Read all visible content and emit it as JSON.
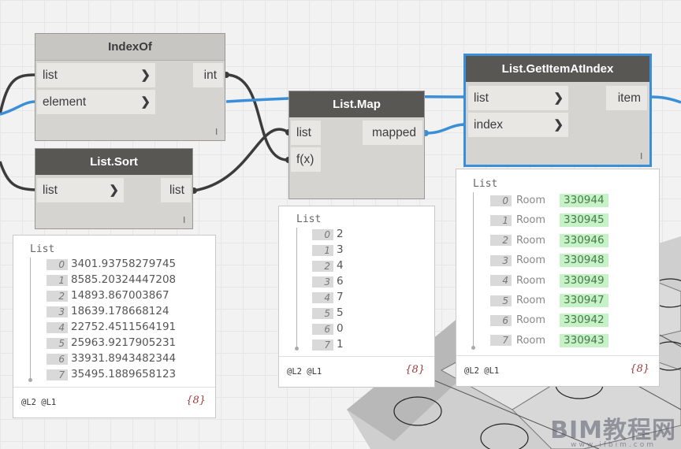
{
  "nodes": {
    "indexof": {
      "title": "IndexOf",
      "in_list": "list",
      "in_element": "element",
      "out": "int",
      "lacing": "l"
    },
    "sort": {
      "title": "List.Sort",
      "in_list": "list",
      "out": "list",
      "lacing": "l"
    },
    "map": {
      "title": "List.Map",
      "in_list": "list",
      "in_f": "f(x)",
      "out": "mapped"
    },
    "getitem": {
      "title": "List.GetItemAtIndex",
      "in_list": "list",
      "in_index": "index",
      "out": "item",
      "lacing": "l"
    }
  },
  "previews": {
    "sort": {
      "title": "List",
      "items": [
        {
          "i": "0",
          "v": "3401.93758279745"
        },
        {
          "i": "1",
          "v": "8585.20324447208"
        },
        {
          "i": "2",
          "v": "14893.867003867"
        },
        {
          "i": "3",
          "v": "18639.178668124"
        },
        {
          "i": "4",
          "v": "22752.4511564191"
        },
        {
          "i": "5",
          "v": "25963.9217905231"
        },
        {
          "i": "6",
          "v": "33931.8943482344"
        },
        {
          "i": "7",
          "v": "35495.1889658123"
        }
      ],
      "levels": "@L2 @L1",
      "count": "{8}"
    },
    "map": {
      "title": "List",
      "items": [
        {
          "i": "0",
          "v": "2"
        },
        {
          "i": "1",
          "v": "3"
        },
        {
          "i": "2",
          "v": "4"
        },
        {
          "i": "3",
          "v": "6"
        },
        {
          "i": "4",
          "v": "7"
        },
        {
          "i": "5",
          "v": "5"
        },
        {
          "i": "6",
          "v": "0"
        },
        {
          "i": "7",
          "v": "1"
        }
      ],
      "levels": "@L2 @L1",
      "count": "{8}"
    },
    "getitem": {
      "title": "List",
      "items": [
        {
          "i": "0",
          "label": "Room",
          "id": "330944"
        },
        {
          "i": "1",
          "label": "Room",
          "id": "330945"
        },
        {
          "i": "2",
          "label": "Room",
          "id": "330946"
        },
        {
          "i": "3",
          "label": "Room",
          "id": "330948"
        },
        {
          "i": "4",
          "label": "Room",
          "id": "330949"
        },
        {
          "i": "5",
          "label": "Room",
          "id": "330947"
        },
        {
          "i": "6",
          "label": "Room",
          "id": "330942"
        },
        {
          "i": "7",
          "label": "Room",
          "id": "330943"
        }
      ],
      "levels": "@L2 @L1",
      "count": "{8}"
    }
  },
  "watermark": {
    "main": "BIM教程网",
    "sub": "www.ifbim.com"
  },
  "colors": {
    "selection": "#3a8fd8",
    "wire_blue": "#3a8fd8",
    "wire_dark": "#3c3c3c",
    "element_id_bg": "#c7f1c7"
  }
}
